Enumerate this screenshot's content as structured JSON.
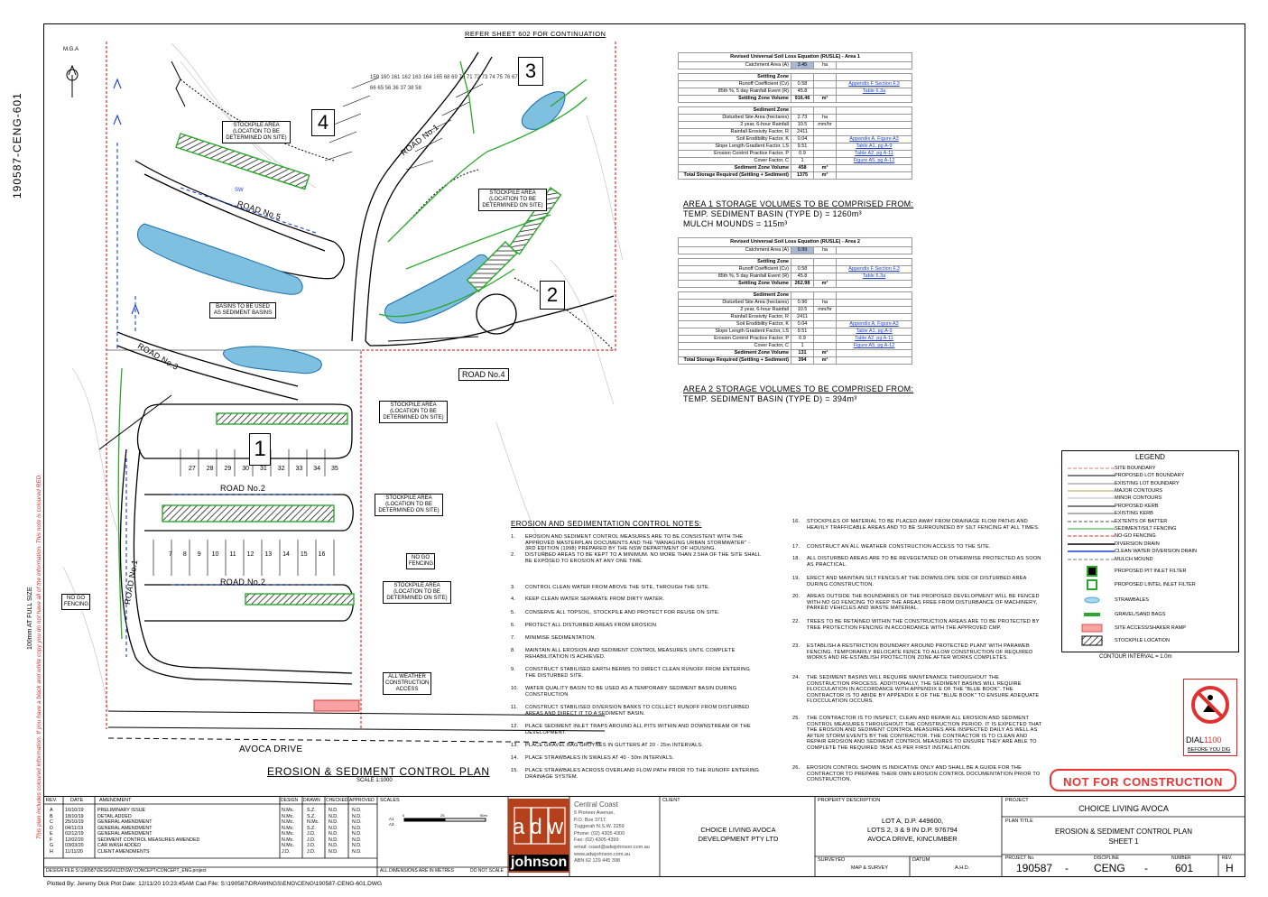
{
  "sheet": {
    "sheet_id": "190587-CENG-601",
    "full_size_note": "100mm AT FULL SIZE",
    "red_note": "This plan includes coloured information. If you have a black and white copy you do not have all of the information. This note is coloured RED.",
    "refer_note": "REFER SHEET 602 FOR CONTINUATION",
    "north_label": "M.G.A"
  },
  "plan": {
    "title": "EROSION & SEDIMENT CONTROL PLAN",
    "scale": "SCALE 1:1000",
    "areas": [
      "4",
      "3",
      "2",
      "1"
    ],
    "roads": {
      "road1_top": "ROAD No.1",
      "road1_side": "ROAD No.1",
      "road2_upper": "ROAD No.2",
      "road2_lower": "ROAD No.2",
      "road3": "ROAD No.3",
      "road4": "ROAD No.4",
      "road5": "ROAD No.5",
      "avoca": "AVOCA DRIVE"
    },
    "callouts": {
      "stockpile_a": "STOCKPILE AREA (LOCATION TO BE DETERMINED ON SITE)",
      "stockpile_b": "STOCKPILE AREA (LOCATION TO BE DETERMINED ON SITE)",
      "stockpile_c": "STOCKPILE AREA (LOCATION TO BE DETERMINED ON SITE)",
      "stockpile_d": "STOCKPILE AREA (LOCATION TO BE DETERMINED ON SITE)",
      "stockpile_e": "STOCKPILE AREA (LOCATION TO BE DETERMINED ON SITE)",
      "basins": "BASINS TO BE USED AS SEDIMENT BASINS",
      "no_go_left": "NO GO FENCING",
      "no_go_right": "NO GO FENCING",
      "all_weather": "ALL WEATHER CONSTRUCTION ACCESS"
    },
    "lots_upper": [
      "27",
      "28",
      "29",
      "30",
      "31",
      "32",
      "33",
      "34",
      "35"
    ],
    "lots_lower": [
      "7",
      "8",
      "9",
      "10",
      "11",
      "12",
      "13",
      "14",
      "15",
      "16"
    ],
    "lots_top": [
      "159",
      "160",
      "161",
      "162",
      "163",
      "164",
      "165",
      "68",
      "69",
      "70",
      "71",
      "72",
      "73",
      "74",
      "75",
      "76",
      "67",
      "66",
      "65",
      "56",
      "36",
      "37",
      "38",
      "58"
    ],
    "sw": "SW"
  },
  "rusle1": {
    "title": "Revised Universal Soil Loss Equation (RUSLE) - Area 1",
    "rows": [
      {
        "label": "Catchment Area (A)",
        "value": "3.45",
        "unit": "ha",
        "ref": "",
        "hl": true
      },
      {
        "label": "Settling Zone",
        "value": "",
        "unit": "",
        "ref": "",
        "head": true
      },
      {
        "label": "Runoff Coefficient (Cv)",
        "value": "0.58",
        "unit": "",
        "ref": "Appendix F Section F.3"
      },
      {
        "label": "85th %, 5 day Rainfall Event (R)",
        "value": "45.8",
        "unit": "",
        "ref": "Table 6.3a"
      },
      {
        "label": "Settling Zone Volume",
        "value": "916.46",
        "unit": "m³",
        "ref": "",
        "bold": true
      },
      {
        "label": "Sediment Zone",
        "value": "",
        "unit": "",
        "ref": "",
        "head": true
      },
      {
        "label": "Disturbed Site Area (hectares)",
        "value": "2.73",
        "unit": "ha",
        "ref": ""
      },
      {
        "label": "2 year, 6-hour Rainfall",
        "value": "10.5",
        "unit": "mm/hr",
        "ref": ""
      },
      {
        "label": "Rainfall Erosivity Factor, R",
        "value": "2411",
        "unit": "",
        "ref": ""
      },
      {
        "label": "Soil Erodibility Factor, K",
        "value": "0.04",
        "unit": "",
        "ref": "Appendix A, Figure A3"
      },
      {
        "label": "Slope Length Gradient Factor, LS",
        "value": "9.51",
        "unit": "",
        "ref": "Table A1, pg A-9"
      },
      {
        "label": "Erosion Control Practice Factor, P",
        "value": "0.9",
        "unit": "",
        "ref": "Table A2, pg A-11"
      },
      {
        "label": "Cover Factor, C",
        "value": "1",
        "unit": "",
        "ref": "Figure A5, pg A-12"
      },
      {
        "label": "Sediment Zone Volume",
        "value": "458",
        "unit": "m³",
        "ref": "",
        "bold": true
      },
      {
        "label": "Total Storage Required (Settling + Sediment)",
        "value": "1375",
        "unit": "m³",
        "ref": "",
        "bold": true
      }
    ],
    "storage_head": "AREA 1 STORAGE VOLUMES TO BE COMPRISED FROM:",
    "storage_line1": "TEMP. SEDIMENT BASIN (TYPE D) = 1260m³",
    "storage_line2": "MULCH MOUNDS = 115m³"
  },
  "rusle2": {
    "title": "Revised Universal Soil Loss Equation (RUSLE) - Area 2",
    "rows": [
      {
        "label": "Catchment Area (A)",
        "value": "0.99",
        "unit": "ha",
        "ref": "",
        "hl": true
      },
      {
        "label": "Settling Zone",
        "value": "",
        "unit": "",
        "ref": "",
        "head": true
      },
      {
        "label": "Runoff Coefficient (Cv)",
        "value": "0.58",
        "unit": "",
        "ref": "Appendix F Section F.3"
      },
      {
        "label": "85th %, 5 day Rainfall Event (R)",
        "value": "45.8",
        "unit": "",
        "ref": "Table 6.3a"
      },
      {
        "label": "Settling Zone Volume",
        "value": "262.98",
        "unit": "m³",
        "ref": "",
        "bold": true
      },
      {
        "label": "Sediment Zone",
        "value": "",
        "unit": "",
        "ref": "",
        "head": true
      },
      {
        "label": "Disturbed Site Area (hectares)",
        "value": "0.96",
        "unit": "ha",
        "ref": ""
      },
      {
        "label": "2 year, 6-hour Rainfall",
        "value": "10.5",
        "unit": "mm/hr",
        "ref": ""
      },
      {
        "label": "Rainfall Erosivity Factor, R",
        "value": "2411",
        "unit": "",
        "ref": ""
      },
      {
        "label": "Soil Erodibility Factor, K",
        "value": "0.04",
        "unit": "",
        "ref": "Appendix A, Figure A3"
      },
      {
        "label": "Slope Length Gradient Factor, LS",
        "value": "9.51",
        "unit": "",
        "ref": "Table A1, pg A-9"
      },
      {
        "label": "Erosion Control Practice Factor, P",
        "value": "0.9",
        "unit": "",
        "ref": "Table A2, pg A-11"
      },
      {
        "label": "Cover Factor, C",
        "value": "1",
        "unit": "",
        "ref": "Figure A5, pg A-12"
      },
      {
        "label": "Sediment Zone Volume",
        "value": "131",
        "unit": "m³",
        "ref": "",
        "bold": true
      },
      {
        "label": "Total Storage Required (Settling + Sediment)",
        "value": "394",
        "unit": "m³",
        "ref": "",
        "bold": true
      }
    ],
    "storage_head": "AREA 2 STORAGE VOLUMES TO BE COMPRISED FROM:",
    "storage_line1": "TEMP. SEDIMENT BASIN (TYPE D) = 394m³"
  },
  "notes": {
    "heading": "EROSION AND SEDIMENTATION CONTROL NOTES:",
    "items": [
      {
        "n": "1.",
        "t": "EROSION AND SEDIMENT CONTROL MEASURES ARE TO BE CONSISTENT WITH THE APPROVED MASTERPLAN DOCUMENTS AND THE \"MANAGING URBAN STORMWATER\" - 3RD EDITION (1998) PREPARED BY THE NSW DEPARTMENT OF HOUSING."
      },
      {
        "n": "2.",
        "t": "DISTURBED AREAS TO BE KEPT TO A MINIMUM. NO MORE THAN 2.5HA OF THE SITE SHALL BE EXPOSED TO EROSION AT ANY ONE TIME."
      },
      {
        "n": "3.",
        "t": "CONTROL CLEAN WATER FROM ABOVE THE SITE, THROUGH THE SITE."
      },
      {
        "n": "4.",
        "t": "KEEP CLEAN WATER SEPARATE FROM DIRTY WATER."
      },
      {
        "n": "5.",
        "t": "CONSERVE ALL TOPSOIL, STOCKPILE AND PROTECT FOR REUSE ON SITE."
      },
      {
        "n": "6.",
        "t": "PROTECT ALL DISTURBED AREAS FROM EROSION."
      },
      {
        "n": "7.",
        "t": "MINIMISE SEDIMENTATION."
      },
      {
        "n": "8.",
        "t": "MAINTAIN ALL EROSION AND SEDIMENT CONTROL MEASURES UNTIL COMPLETE REHABILITATION IS ACHIEVED."
      },
      {
        "n": "9.",
        "t": "CONSTRUCT STABILISED EARTH BERMS TO DIRECT CLEAN RUNOFF FROM ENTERING THE DISTURBED SITE."
      },
      {
        "n": "10.",
        "t": "WATER QUALITY BASIN TO BE USED AS A TEMPORARY SEDIMENT BASIN DURING CONSTRUCTION"
      },
      {
        "n": "11.",
        "t": "CONSTRUCT STABILISED DIVERSION BANKS TO COLLECT RUNOFF FROM DISTURBED AREAS AND DIRECT IT TO A SEDIMENT BASIN."
      },
      {
        "n": "12.",
        "t": "PLACE SEDIMENT INLET TRAPS AROUND ALL PITS WITHIN AND DOWNSTREAM OF THE DEVELOPMENT."
      },
      {
        "n": "13.",
        "t": "PLACE GRAVEL BAG GROYNES IN GUTTERS AT 20 - 25m INTERVALS."
      },
      {
        "n": "14.",
        "t": "PLACE STRAWBALES IN SWALES AT 40 - 50m INTERVALS."
      },
      {
        "n": "15.",
        "t": "PLACE STRAWBALES ACROSS OVERLAND FLOW PATH PRIOR TO THE RUNOFF ENTERING DRAINAGE SYSTEM."
      },
      {
        "n": "16.",
        "t": "STOCKPILES OF MATERIAL TO BE PLACED AWAY FROM DRAINAGE FLOW PATHS AND HEAVILY TRAFFICABLE AREAS AND TO BE SURROUNDED BY SILT FENCING AT ALL TIMES."
      },
      {
        "n": "17.",
        "t": "CONSTRUCT AN ALL WEATHER CONSTRUCTION ACCESS TO THE SITE."
      },
      {
        "n": "18.",
        "t": "ALL DISTURBED AREAS ARE TO BE REVEGETATED OR OTHERWISE PROTECTED AS SOON AS PRACTICAL."
      },
      {
        "n": "19.",
        "t": "ERECT AND MAINTAIN SILT FENCES AT THE DOWNSLOPE SIDE OF DISTURBED AREA DURING CONSTRUCTION."
      },
      {
        "n": "20.",
        "t": "AREAS OUTSIDE THE BOUNDARIES OF THE PROPOSED DEVELOPMENT WILL BE FENCED WITH NO GO FENCING TO KEEP THE AREAS FREE FROM DISTURBANCE OF MACHINERY, PARKED VEHICLES AND WASTE MATERIAL."
      },
      {
        "n": "22.",
        "t": "TREES TO BE RETAINED WITHIN THE CONSTRUCTION AREAS ARE TO BE PROTECTED BY TREE PROTECTION FENCING IN ACCORDANCE WITH THE APPROVED CMP."
      },
      {
        "n": "23.",
        "t": "ESTABLISH A RESTRICTION BOUNDARY AROUND PROTECTED PLANT WITH PARAWEB FENCING. TEMPORARILY RELOCATE FENCE TO ALLOW CONSTRUCTION OF REQUIRED WORKS AND RE-ESTABLISH PROTECTION ZONE AFTER WORKS COMPLETES."
      },
      {
        "n": "24.",
        "t": "THE SEDIMENT BASINS WILL REQUIRE MAINTENANCE THROUGHOUT THE CONSTRUCTION PROCESS. ADDITIONALLY, THE SEDIMENT BASINS WILL REQUIRE FLOCCULATION IN ACCORDANCE WITH APPENDIX E OF THE \"BLUE BOOK\". THE CONTRACTOR IS TO ABIDE BY APPENDIX E OF THE \"BLUE BOOK\" TO ENSURE ADEQUATE FLOCCULATION OCCURS."
      },
      {
        "n": "25.",
        "t": "THE CONTRACTOR IS TO INSPECT, CLEAN AND REPAIR ALL EROSION AND SEDIMENT CONTROL MEASURES THROUGHOUT THE CONSTRUCTION PERIOD. IT IS EXPECTED THAT THE EROSION AND SEDIMENT CONTROL MEASURES ARE INSPECTED DAILY AS WELL AS AFTER STORM EVENTS BY THE CONTRACTOR. THE CONTRACTOR IS TO CLEAN AND REPAIR EROSION AND SEDIMENT CONTROL MEASURES TO ENSURE THEY ARE ABLE TO COMPLETE THE REQUIRED TASK AS PER FIRST INSTALLATION."
      },
      {
        "n": "26.",
        "t": "EROSION CONTROL SHOWN IS INDICATIVE ONLY AND SHALL BE A GUIDE FOR THE CONTRACTOR TO PREPARE THEIR OWN EROSION CONTROL DOCUMENTATION PRIOR TO CONSTRUCTION."
      }
    ]
  },
  "legend": {
    "title": "LEGEND",
    "items": [
      {
        "label": "SITE BOUNDARY",
        "color": "#e07a7a"
      },
      {
        "label": "PROPOSED LOT BOUNDARY",
        "color": "#000000"
      },
      {
        "label": "EXISTING LOT BOUNDARY",
        "color": "#888888"
      },
      {
        "label": "MAJOR CONTOURS",
        "color": "#c89a5a"
      },
      {
        "label": "MINOR CONTOURS",
        "color": "#b9b9b9"
      },
      {
        "label": "PROPOSED KERB",
        "color": "#000000"
      },
      {
        "label": "EXISTING KERB",
        "color": "#666666"
      },
      {
        "label": "EXTENTS OF BATTER",
        "color": "#555555"
      },
      {
        "label": "SEDIMENT/SILT FENCING",
        "color": "#2aa82a"
      },
      {
        "label": "NO-GO FENCING",
        "color": "#e03030"
      },
      {
        "label": "DIVERSION DRAIN",
        "color": "#000000"
      },
      {
        "label": "CLEAN WATER DIVERSION DRAIN",
        "color": "#1a3fd0"
      },
      {
        "label": "MULCH MOUND",
        "color": "#7a7a7a"
      },
      {
        "label": "PROPOSED PIT INLET FILTER",
        "color": "#2aa82a"
      },
      {
        "label": "PROPOSED LINTEL INLET FILTER",
        "color": "#2aa82a"
      },
      {
        "label": "STRAWBALES",
        "color": "#4aa7d8"
      },
      {
        "label": "GRAVEL/SAND BAGS",
        "color": "#2aa82a"
      },
      {
        "label": "SITE ACCESS/SHAKER RAMP",
        "color": "#e05050"
      },
      {
        "label": "STOCKPILE LOCATION",
        "color": "#000000"
      }
    ],
    "contour_interval": "CONTOUR INTERVAL = 1.0m"
  },
  "dial": {
    "brand": "DIAL",
    "number": "1100",
    "sub": "BEFORE YOU DIG"
  },
  "stamp": "NOT FOR CONSTRUCTION",
  "title_block": {
    "rev_head": [
      "REV.",
      "DATE",
      "AMENDMENT"
    ],
    "check_head": [
      "DESIGN",
      "DRAWN",
      "CHECKED",
      "APPROVED"
    ],
    "scales_head": "SCALES",
    "revisions": [
      {
        "rev": "A",
        "date": "16/10/19",
        "text": "PRELIMINARY ISSUE",
        "design": "N.Mc.",
        "drawn": "S.Z.",
        "checked": "N.D.",
        "approved": "N.D."
      },
      {
        "rev": "B",
        "date": "18/10/19",
        "text": "DETAIL ADDED",
        "design": "N.Mc.",
        "drawn": "S.Z.",
        "checked": "N.D.",
        "approved": "N.D."
      },
      {
        "rev": "C",
        "date": "25/10/19",
        "text": "GENERAL AMENDMENT",
        "design": "N.Mc.",
        "drawn": "N.Mc.",
        "checked": "N.D.",
        "approved": "N.D."
      },
      {
        "rev": "D",
        "date": "04/11/19",
        "text": "GENERAL AMENDMENT",
        "design": "N.Mc.",
        "drawn": "S.Z.",
        "checked": "N.D.",
        "approved": "N.D."
      },
      {
        "rev": "E",
        "date": "02/12/19",
        "text": "GENERAL AMENDMENT",
        "design": "N.Mc.",
        "drawn": "J.D.",
        "checked": "N.D.",
        "approved": "N.D."
      },
      {
        "rev": "F",
        "date": "12/02/20",
        "text": "SEDIMENT CONTROL MEASURES AMENDED",
        "design": "N.Mc.",
        "drawn": "J.D.",
        "checked": "N.D.",
        "approved": "N.D."
      },
      {
        "rev": "G",
        "date": "03/03/20",
        "text": "CAR WASH ADDED",
        "design": "N.Mc.",
        "drawn": "J.D.",
        "checked": "N.D.",
        "approved": "N.D."
      },
      {
        "rev": "H",
        "date": "11/11/20",
        "text": "CLIENT AMENDMENTS",
        "design": "J.D.",
        "drawn": "J.D.",
        "checked": "N.D.",
        "approved": "N.D."
      }
    ],
    "design_file": "DESIGN FILE   S:\\190587\\DESIGN\\12D\\SW CONCEPT\\CONCEPT_ENG.project",
    "dims_note": "ALL DIMENSIONS ARE IN METRES",
    "do_not_scale": "DO NOT SCALE",
    "scale_a1": "A1",
    "scale_a3": "A3",
    "scale_ticks": [
      "0",
      "25",
      "50m"
    ],
    "company": {
      "office": "Central Coast",
      "lines": [
        "5 Pioneer Avenue,",
        "P.O. Box 3717,",
        "Tuggerah N.S.W. 2259",
        "Phone: (02) 4305 4300",
        "Fax: (02) 4305 4399",
        "email: coast@adwjohnson.com.au",
        "www.adwjohnson.com.au",
        "ABN 62 129 445 398"
      ],
      "logo_letters": "adw",
      "logo_word": "johnson"
    },
    "client_head": "CLIENT",
    "client": "CHOICE LIVING AVOCA DEVELOPMENT PTY LTD",
    "property_head": "PROPERTY DESCRIPTION",
    "property_lines": [
      "LOT A, D.P. 449600,",
      "LOTS 2, 3 & 9 IN D.P. 976794",
      "AVOCA DRIVE, KINCUMBER"
    ],
    "surveyed_head": "SURVEYED",
    "surveyed": "MAP & SURVEY",
    "datum_head": "DATUM",
    "datum": "A.H.D.",
    "project_head": "PROJECT",
    "project": "CHOICE LIVING AVOCA",
    "plan_title_head": "PLAN TITLE",
    "plan_title_1": "EROSION & SEDIMENT CONTROL PLAN",
    "plan_title_2": "SHEET 1",
    "project_no_head": "PROJECT No.",
    "project_no": "190587",
    "discipline_head": "DISCIPLINE",
    "discipline": "CENG",
    "number_head": "NUMBER",
    "number": "601",
    "rev_small_head": "REV.",
    "rev": "H",
    "dash": "-"
  },
  "plotted": "Plotted By: Jeremy Dick   Plot Date: 12/11/20 10:23:45AM   Cad File: S:\\190587\\DRAWINGS\\ENG\\CENG\\190587-CENG-601.DWG"
}
